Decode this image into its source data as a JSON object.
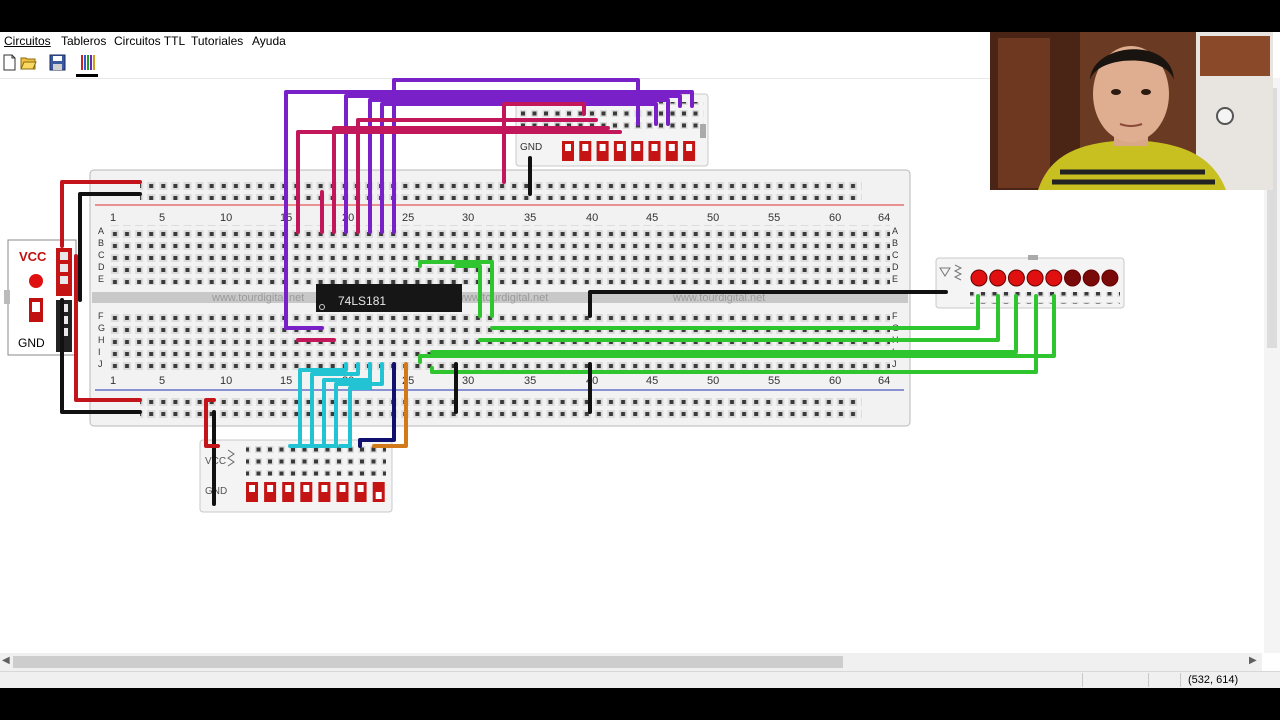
{
  "menu": {
    "items": [
      "Circuitos",
      "Tableros",
      "Circuitos TTL",
      "Tutoriales",
      "Ayuda"
    ]
  },
  "toolbar": {
    "icons": [
      "new-file-icon",
      "open-folder-icon",
      "save-disk-icon",
      "palette-bars-icon"
    ]
  },
  "breadboard": {
    "column_numbers": [
      "1",
      "5",
      "10",
      "15",
      "20",
      "25",
      "30",
      "35",
      "40",
      "45",
      "50",
      "55",
      "60",
      "64"
    ],
    "rows_top": [
      "A",
      "B",
      "C",
      "D",
      "E"
    ],
    "rows_bottom": [
      "F",
      "G",
      "H",
      "I",
      "J"
    ],
    "watermark": "www.tourdigital.net"
  },
  "chip": {
    "label": "74LS181"
  },
  "power_module": {
    "vcc_label": "VCC",
    "gnd_label": "GND"
  },
  "switch_module_top": {
    "gnd_label": "GND"
  },
  "switch_module_bottom": {
    "vcc_label": "VCC",
    "gnd_label": "GND"
  },
  "status": {
    "coordinates": "(532, 614)"
  },
  "colors": {
    "red_wire": "#c4141b",
    "purple_wire": "#7a20c8",
    "magenta_wire": "#c2185b",
    "green_wire": "#2ec52e",
    "cyan_wire": "#22c4d4",
    "orange_wire": "#d27a1a",
    "navy_wire": "#10106e",
    "black_wire": "#111111",
    "led_on": "#e01010",
    "led_off": "#7a0a0a"
  }
}
